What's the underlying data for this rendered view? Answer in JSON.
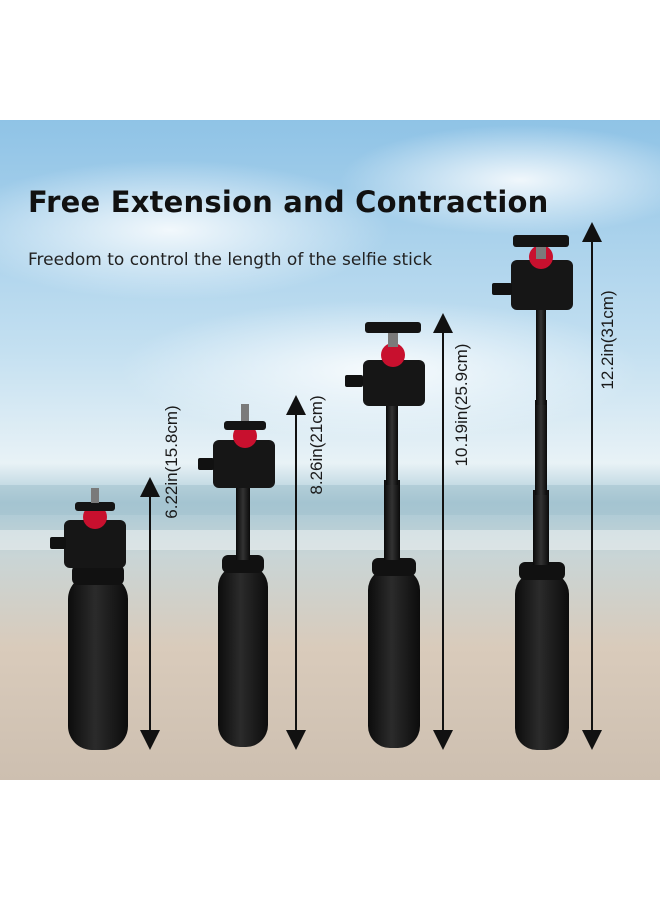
{
  "headline": "Free Extension and Contraction",
  "subheadline": "Freedom to control the length of the selfie stick",
  "dimensions": [
    {
      "label": "6.22in(15.8cm)"
    },
    {
      "label": "8.26in(21cm)"
    },
    {
      "label": "10.19in(25.9cm)"
    },
    {
      "label": "12.2in(31cm)"
    }
  ],
  "colors": {
    "stick": "#141414",
    "accent": "#c8102e",
    "text": "#111111"
  }
}
